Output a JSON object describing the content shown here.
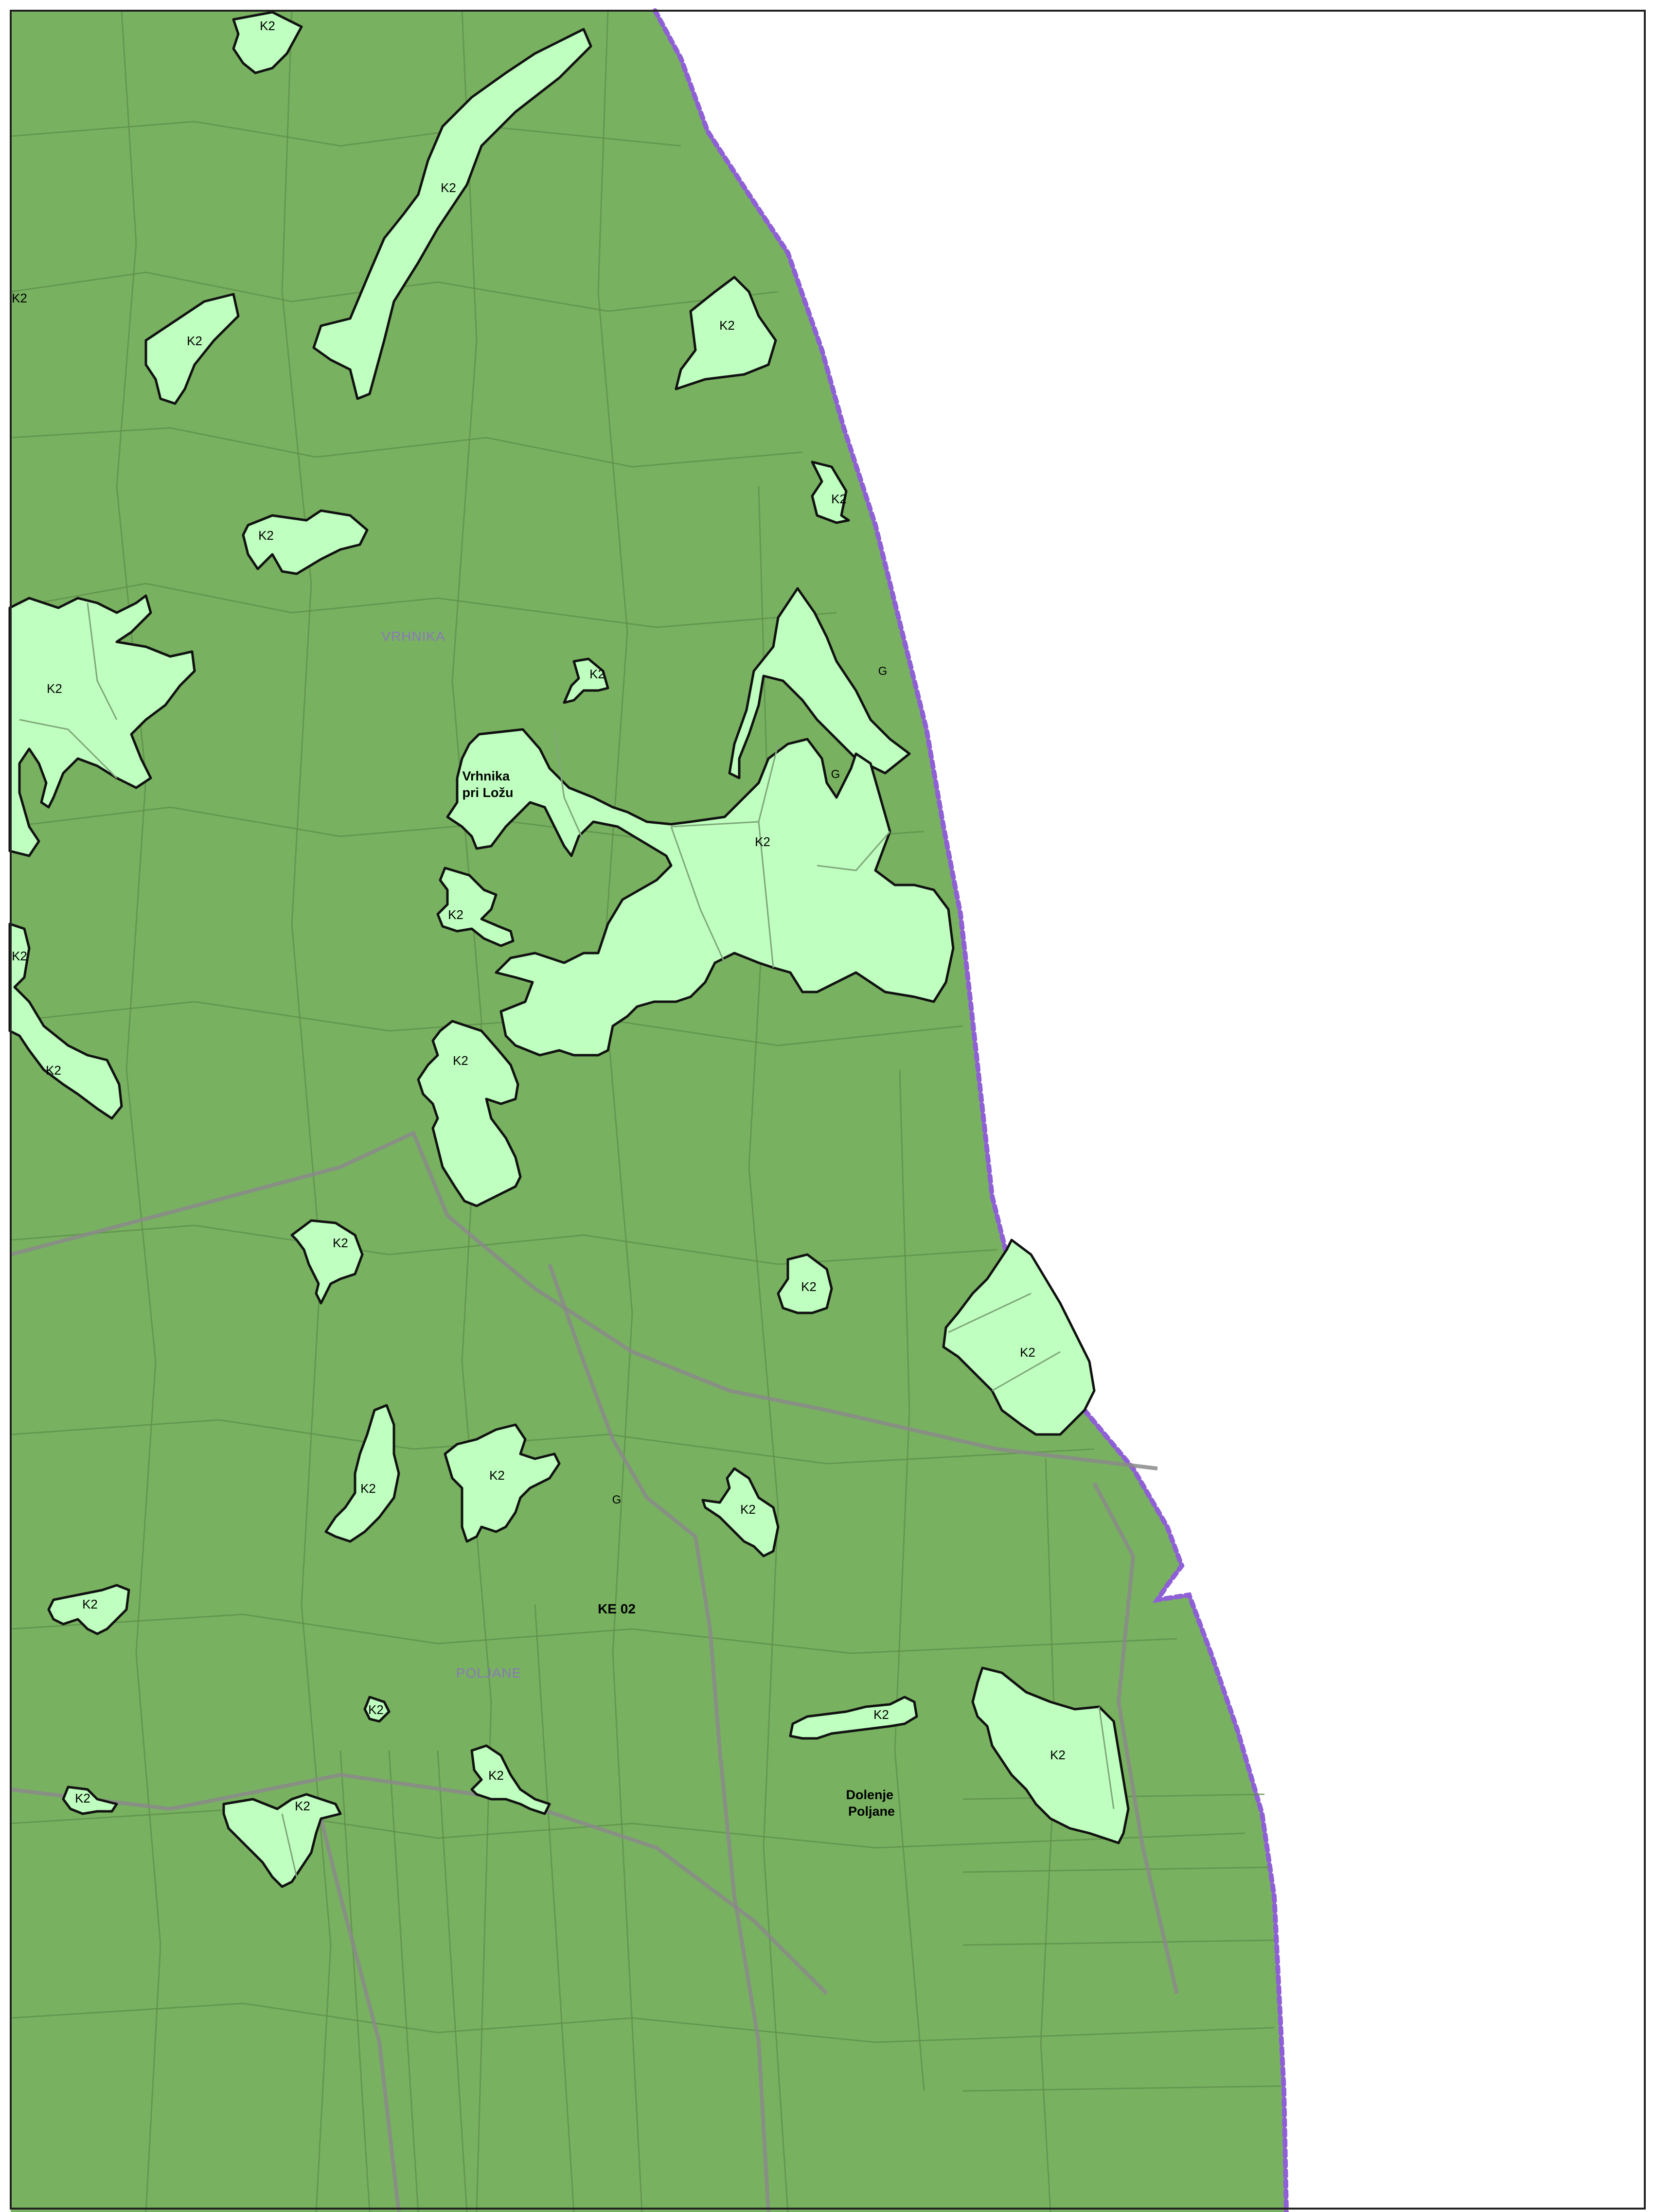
{
  "map": {
    "colors": {
      "forest": "#78b260",
      "k2_area": "#bfffbf",
      "boundary": "#8f5fd6",
      "cadastral_label": "#8a78b8"
    },
    "k2_code": "K2",
    "g_code": "G",
    "places": [
      {
        "line1": "Vrhnika",
        "line2": "pri Ložu"
      },
      {
        "line1": "Dolenje",
        "line2": "Poljane"
      }
    ],
    "zone": "KE 02",
    "cadastral": [
      "VRHNIKA",
      "POLJANE"
    ]
  }
}
